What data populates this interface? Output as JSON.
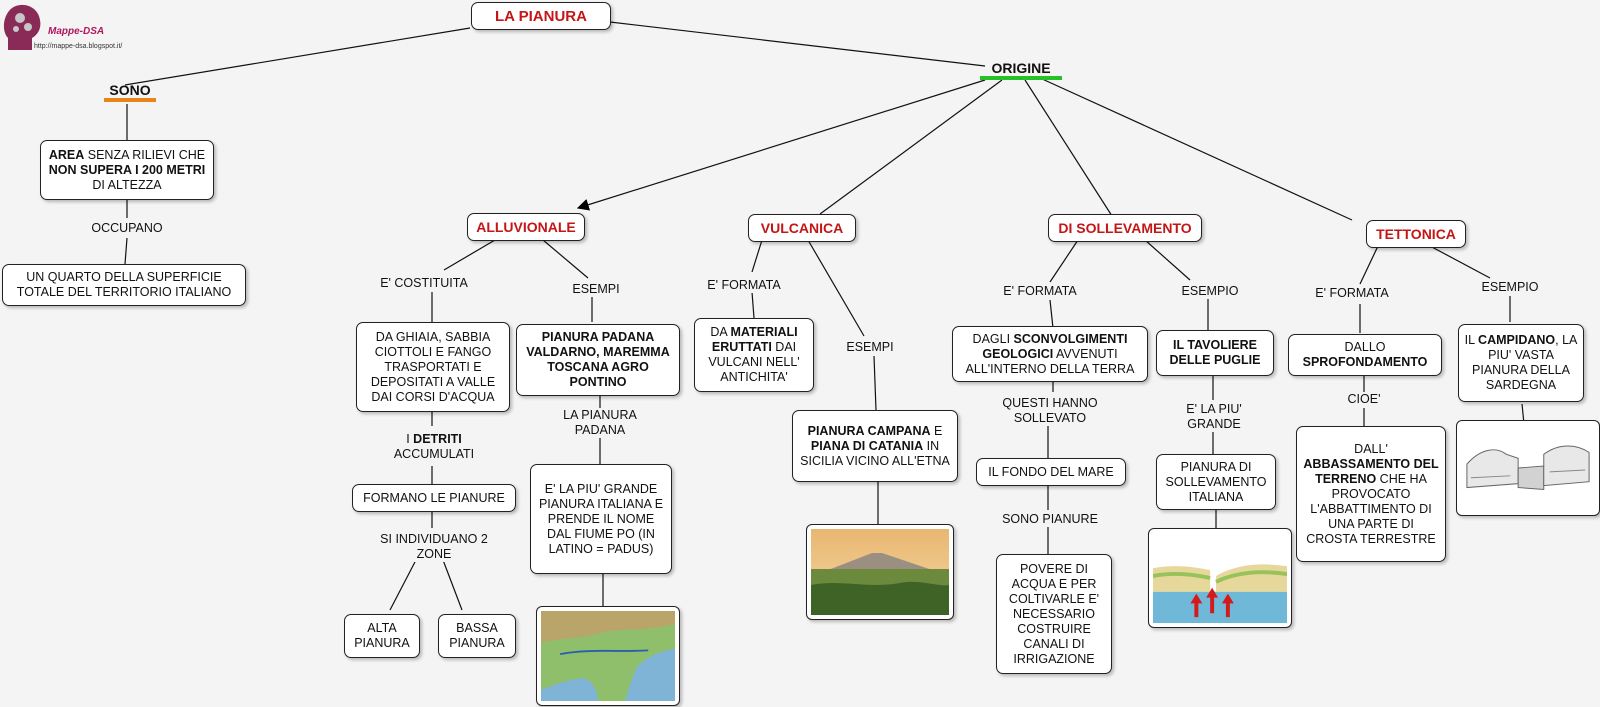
{
  "logo": {
    "name": "Mappe-DSA",
    "url": "http://mappe-dsa.blogspot.it/"
  },
  "colors": {
    "title": "#c41616",
    "sono_bar": "#e8841a",
    "origine_bar": "#27c127"
  },
  "title": "LA PIANURA",
  "sono": {
    "heading": "SONO",
    "definition": [
      {
        "t": "AREA",
        "b": true
      },
      {
        "t": " SENZA RILIEVI CHE "
      },
      {
        "t": "NON SUPERA I 200 METRI",
        "b": true
      },
      {
        "t": " DI ALTEZZA"
      }
    ],
    "link": "OCCUPANO",
    "extent": "UN QUARTO DELLA SUPERFICIE TOTALE DEL TERRITORIO ITALIANO"
  },
  "origine": {
    "heading": "ORIGINE",
    "alluvionale": {
      "name": "ALLUVIONALE",
      "link_costituita": "E' COSTITUITA",
      "composition": "DA GHIAIA, SABBIA CIOTTOLI E FANGO TRASPORTATI E DEPOSITATI A VALLE DAI CORSI D'ACQUA",
      "detriti": [
        {
          "t": "I "
        },
        {
          "t": "DETRITI",
          "b": true
        },
        {
          "t": " ACCUMULATI"
        }
      ],
      "formano": "FORMANO LE PIANURE",
      "zone_link": "SI INDIVIDUANO 2 ZONE",
      "alta": "ALTA PIANURA",
      "bassa": "BASSA PIANURA",
      "link_esempi": "ESEMPI",
      "examples": "PIANURA PADANA VALDARNO, MAREMMA TOSCANA AGRO PONTINO",
      "padana_link": "LA PIANURA PADANA",
      "padana_desc": "E' LA PIU' GRANDE PIANURA ITALIANA E PRENDE IL NOME DAL FIUME PO (IN LATINO = PADUS)",
      "image": "map-icon"
    },
    "vulcanica": {
      "name": "VULCANICA",
      "link_formata": "E' FORMATA",
      "materials": [
        {
          "t": "DA "
        },
        {
          "t": "MATERIALI ERUTTATI",
          "b": true
        },
        {
          "t": " DAI VULCANI NELL' ANTICHITA'"
        }
      ],
      "link_esempi": "ESEMPI",
      "examples": [
        {
          "t": "PIANURA CAMPANA",
          "b": true
        },
        {
          "t": " E "
        },
        {
          "t": "PIANA DI CATANIA",
          "b": true
        },
        {
          "t": " IN SICILIA VICINO ALL'ETNA"
        }
      ],
      "image": "volcano-landscape-icon"
    },
    "sollevamento": {
      "name": "DI SOLLEVAMENTO",
      "link_formata": "E' FORMATA",
      "cause": [
        {
          "t": "DAGLI "
        },
        {
          "t": "SCONVOLGIMENTI GEOLOGICI",
          "b": true
        },
        {
          "t": " AVVENUTI ALL'INTERNO DELLA TERRA"
        }
      ],
      "questi": "QUESTI HANNO SOLLEVATO",
      "fondo": "IL FONDO DEL MARE",
      "sono_pianure": "SONO PIANURE",
      "povere": "POVERE DI ACQUA E PER COLTIVARLE E' NECESSARIO COSTRUIRE CANALI DI IRRIGAZIONE",
      "link_esempio": "ESEMPIO",
      "example": "IL TAVOLIERE DELLE PUGLIE",
      "grande_link": "E' LA PIU' GRANDE",
      "grande": "PIANURA DI SOLLEVAMENTO ITALIANA",
      "image": "uplift-diagram-icon"
    },
    "tettonica": {
      "name": "TETTONICA",
      "link_formata": "E' FORMATA",
      "dallo": [
        {
          "t": "DALLO "
        },
        {
          "t": "SPROFONDAMENTO",
          "b": true
        }
      ],
      "cioe": "CIOE'",
      "abbass": [
        {
          "t": "DALL' "
        },
        {
          "t": "ABBASSAMENTO DEL TERRENO",
          "b": true
        },
        {
          "t": " CHE HA PROVOCATO L'ABBATTIMENTO DI UNA PARTE DI CROSTA TERRESTRE"
        }
      ],
      "link_esempio": "ESEMPIO",
      "example": [
        {
          "t": "IL "
        },
        {
          "t": "CAMPIDANO",
          "b": true
        },
        {
          "t": ", LA PIU' VASTA PIANURA DELLA SARDEGNA"
        }
      ],
      "image": "tectonic-block-icon"
    }
  }
}
